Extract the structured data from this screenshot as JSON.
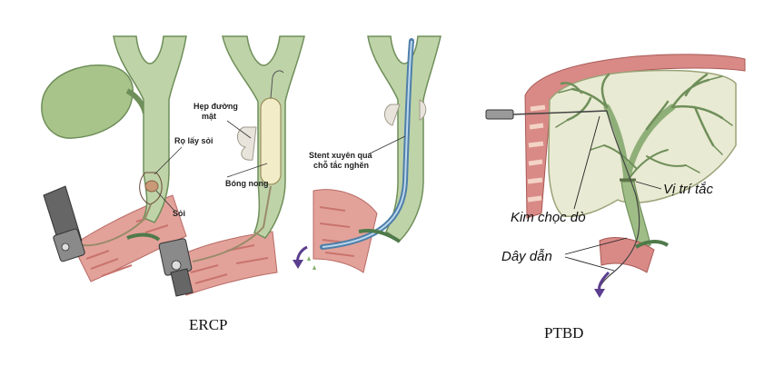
{
  "ercp": {
    "caption": "ERCP",
    "labels": {
      "basket": "Rọ lấy sỏi",
      "stone": "Sỏi",
      "stricture_line1": "Hẹp đường",
      "stricture_line2": "mật",
      "balloon": "Bóng nong",
      "stent_line1": "Stent xuyên qua",
      "stent_line2": "chỗ tắc nghẽn"
    }
  },
  "ptbd": {
    "caption": "PTBD",
    "labels": {
      "needle": "Kim chọc dò",
      "obstruction": "Vị trí tắc",
      "guidewire": "Dây dẫn"
    }
  },
  "colors": {
    "duct_fill": "#bfd3a8",
    "duct_edge": "#6f8f5a",
    "liver_fill": "#e9ead3",
    "tissue_red": "#d98a86",
    "endoscope": "#555555"
  }
}
